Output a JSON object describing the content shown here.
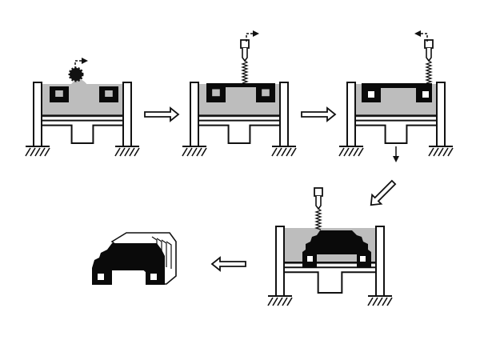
{
  "diagram": {
    "colors": {
      "ink": "#111111",
      "resin": "#bdbdbd",
      "part": "#0a0a0a",
      "background": "#ffffff"
    },
    "stages": [
      {
        "tool": "roller-blade",
        "part": "two-channels",
        "laser_arrow": "right"
      },
      {
        "tool": "laser-head",
        "part": "two-channels-joined",
        "laser_arrow": "right"
      },
      {
        "tool": "laser-head",
        "part": "bridge-layer",
        "laser_arrow": "left",
        "platform_moves": "down"
      },
      {
        "tool": "laser-head",
        "part": "stepped-arch",
        "laser_arrow": "none"
      }
    ],
    "arrows": [
      "right",
      "right",
      "down-left",
      "left"
    ],
    "final_part": "stepped-arch-block"
  }
}
